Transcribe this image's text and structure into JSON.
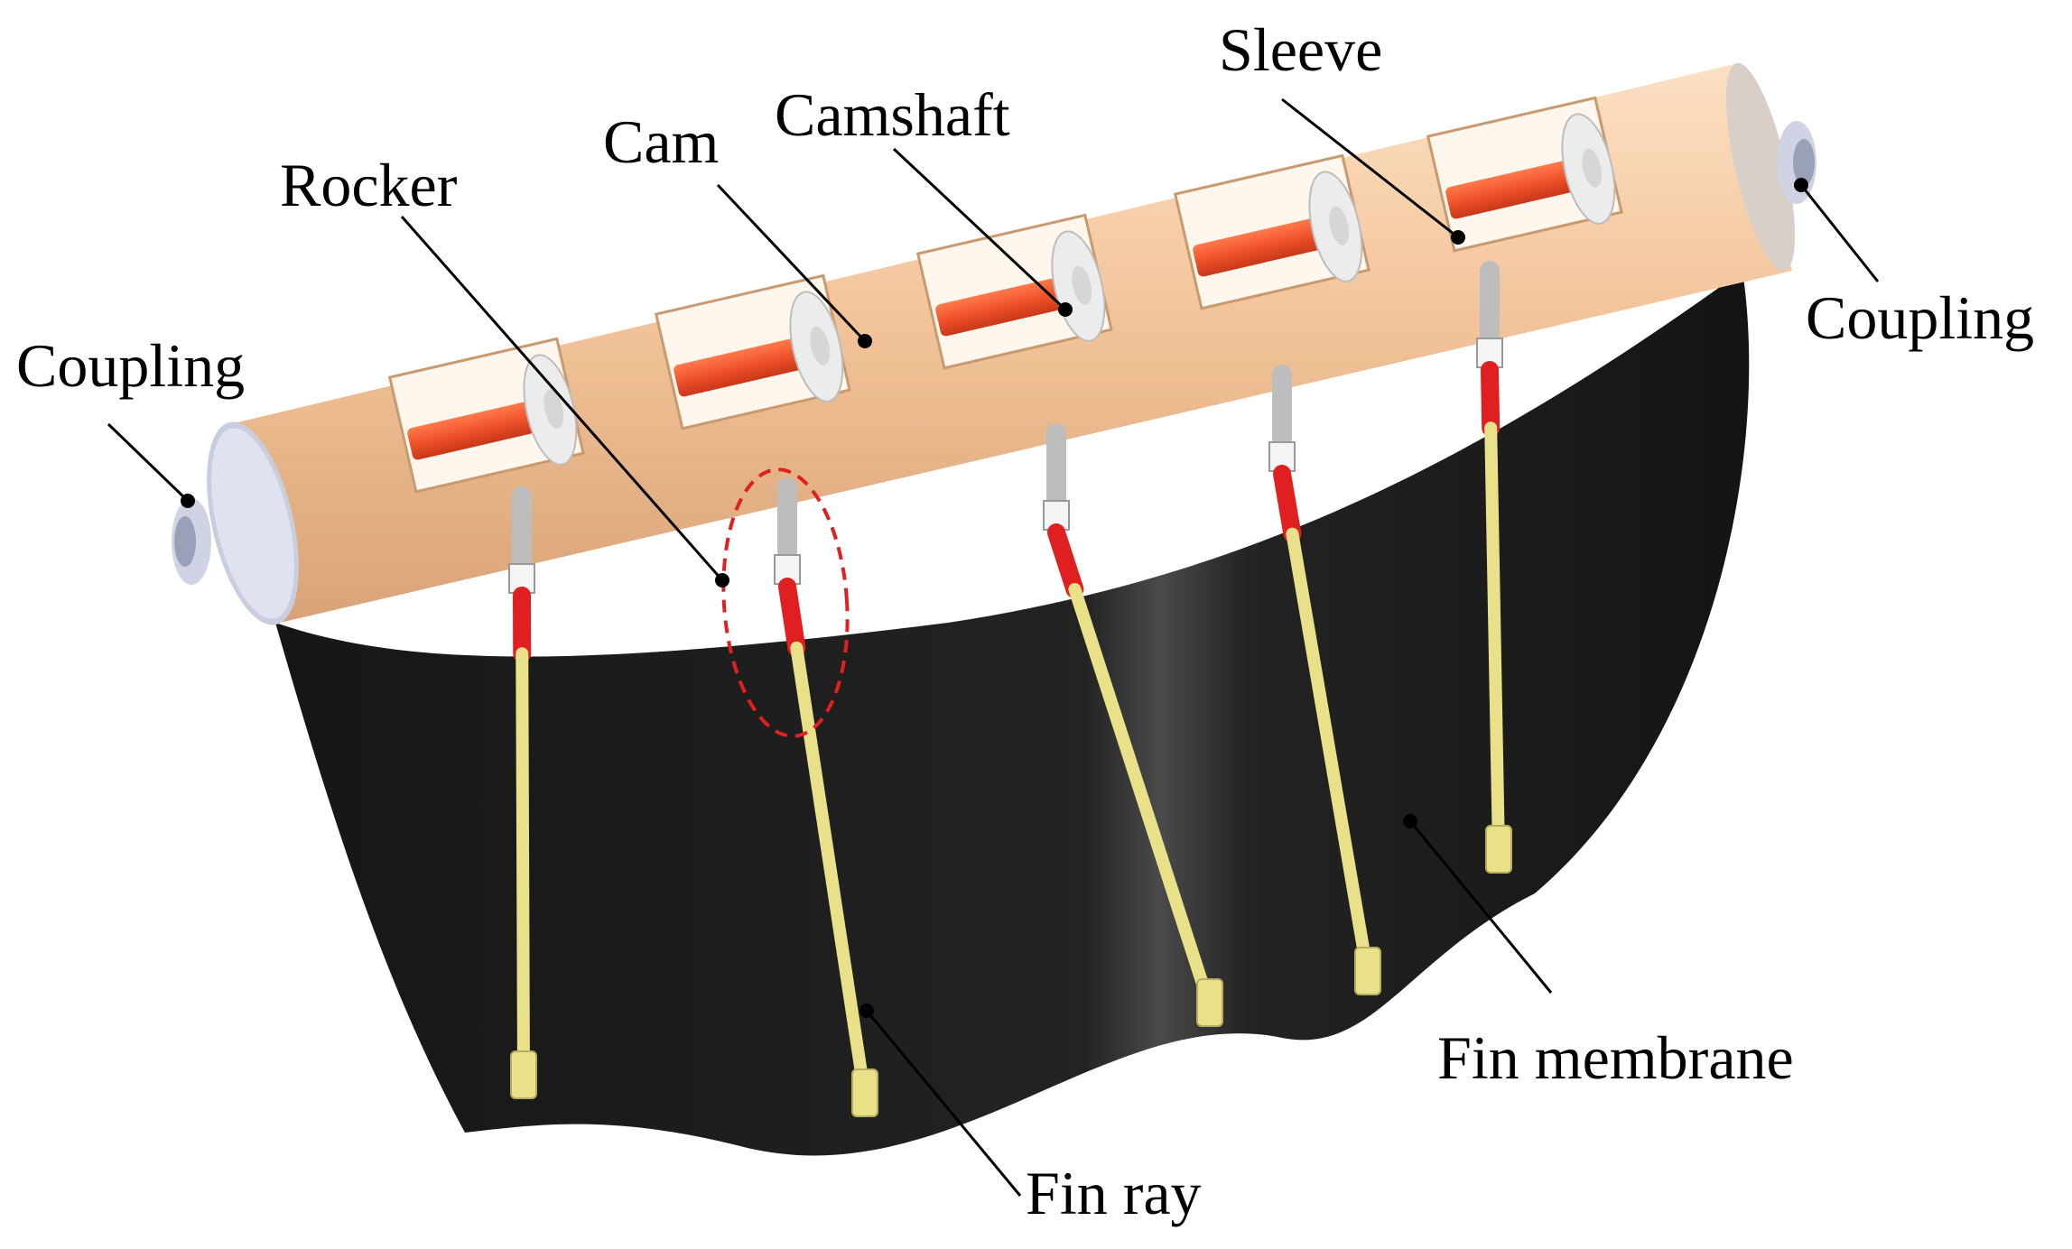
{
  "figure": {
    "labels": {
      "coupling_left": "Coupling",
      "coupling_right": "Coupling",
      "rocker": "Rocker",
      "cam": "Cam",
      "camshaft": "Camshaft",
      "sleeve": "Sleeve",
      "fin_membrane": "Fin membrane",
      "fin_ray": "Fin ray"
    },
    "colors": {
      "sleeve": "#f3c49a",
      "camshaft": "#f0522a",
      "cam": "#ececec",
      "membrane": "#1e1e1e",
      "fin_ray": "#e9e08a",
      "rocker_red": "#e02020",
      "highlight_ellipse": "#e02020"
    }
  }
}
